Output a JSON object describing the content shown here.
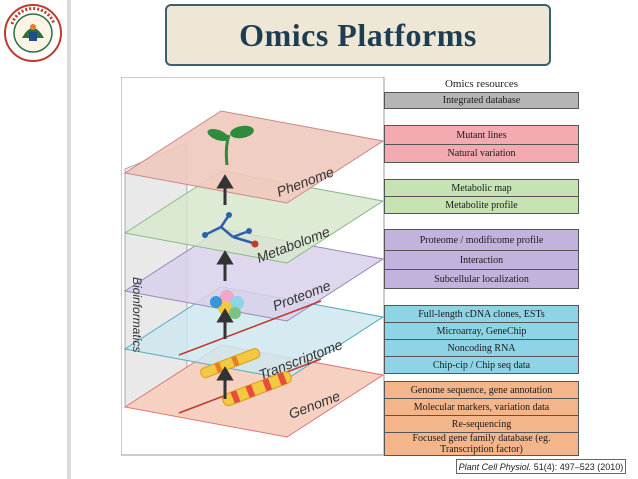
{
  "title": "Omics Platforms",
  "layers": {
    "phenome": "Phenome",
    "metabolome": "Metabolome",
    "proteome": "Proteome",
    "transcriptome": "Transcriptome",
    "genome": "Genome",
    "bioinformatics": "Bioinformatics"
  },
  "resources": {
    "header": "Omics resources",
    "integrated": "Integrated database",
    "phenome": [
      "Mutant lines",
      "Natural variation"
    ],
    "metabolome": [
      "Metabolic map",
      "Metabolite profile"
    ],
    "proteome": [
      "Proteome / modificome profile",
      "Interaction",
      "Subcellular localization"
    ],
    "transcriptome": [
      "Full-length cDNA clones, ESTs",
      "Microarray, GeneChip",
      "Noncoding RNA",
      "Chip-cip / Chip seq data"
    ],
    "genome": [
      "Genome sequence, gene annotation",
      "Molecular markers, variation data",
      "Re-sequencing",
      "Focused gene family database (eg. Transcription factor)"
    ]
  },
  "citation": {
    "journal": "Plant Cell Physiol.",
    "ref": "51(4): 497–523 (2010)"
  },
  "colors": {
    "title_bg": "#efe7d5",
    "title_border": "#3a6170",
    "title_text": "#1e3d52",
    "integrated": "#b5b5b5",
    "phenome": "#f3aab0",
    "metabolome": "#c6e3b3",
    "proteome": "#c1b3dd",
    "transcriptome": "#8fd3e6",
    "genome": "#f4b58a"
  }
}
